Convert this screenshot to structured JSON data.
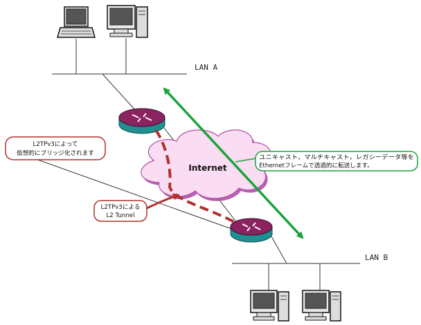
{
  "lans": {
    "a": {
      "label": "LAN A"
    },
    "b": {
      "label": "LAN B"
    }
  },
  "cloud": {
    "label": "Internet"
  },
  "callouts": {
    "l2tp_bridge": {
      "lines": [
        "L2TPv3によって",
        "仮想的にブリッジ化されます"
      ]
    },
    "l2tp_tunnel": {
      "lines": [
        "L2TPv3による",
        "L2 Tunnel"
      ]
    },
    "transparent": {
      "lines": [
        "ユニキャスト，マルチキャスト，レガシーデータ等を",
        "Ethernetフレームで透過的に転送します。"
      ]
    }
  },
  "colors": {
    "green_arrow": "#1aa33a",
    "tunnel_red": "#b0302a",
    "router_top": "#8a2360",
    "router_side": "#1f8f92",
    "cloud_fill": "#fadcf3",
    "cloud_stroke": "#b050a8"
  }
}
